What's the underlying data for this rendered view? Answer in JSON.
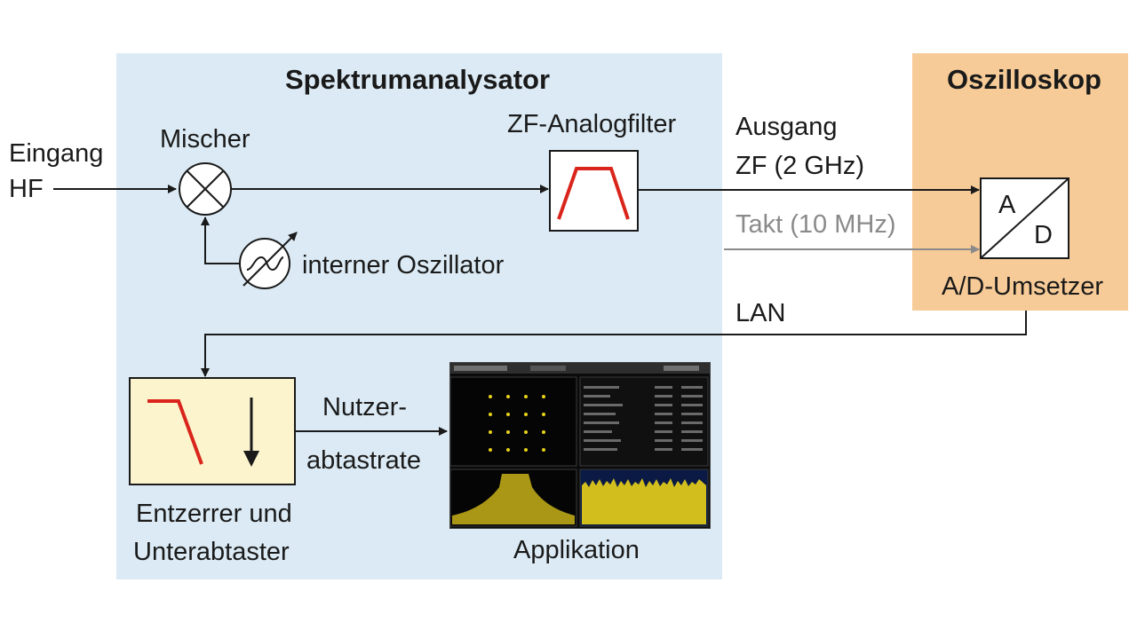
{
  "spectrum_analyzer": {
    "title": "Spektrumanalysator"
  },
  "oscilloscope": {
    "title": "Oszilloskop"
  },
  "blocks": {
    "mixer": "Mischer",
    "if_filter": "ZF-Analogfilter",
    "oscillator": "interner Oszillator",
    "adc_label": "A/D-Umsetzer",
    "adc_a": "A",
    "adc_d": "D",
    "equalizer_line1": "Entzerrer und",
    "equalizer_line2": "Unterabtaster",
    "application": "Applikation"
  },
  "signals": {
    "input_line1": "Eingang",
    "input_line2": "HF",
    "output_line1": "Ausgang",
    "output_line2": "ZF (2 GHz)",
    "clock": "Takt (10 MHz)",
    "lan": "LAN",
    "user_rate_line1": "Nutzer-",
    "user_rate_line2": "abtastrate"
  },
  "colors": {
    "analyzer_bg": "#dbeaf4",
    "oscilloscope_bg": "#f7cb97",
    "filter_stroke": "#d9251c",
    "equalizer_bg": "#fbf4cd"
  }
}
